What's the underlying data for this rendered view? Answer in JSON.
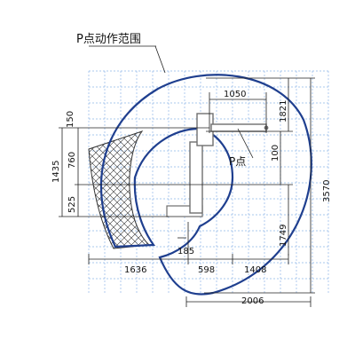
{
  "title": "P点动作范围",
  "point_label": "P点",
  "colors": {
    "range_outline": "#1f3f8f",
    "grid": "#8fb6e8",
    "arm": "#6f6f6f",
    "hatch": "#333333"
  },
  "dims": {
    "d1050": "1050",
    "d1821": "1821",
    "d150": "150",
    "d1435": "1435",
    "d760": "760",
    "d100": "100",
    "d3570": "3570",
    "d525": "525",
    "d1749": "1749",
    "d185": "185",
    "d1636": "1636",
    "d598": "598",
    "d1408": "1408",
    "d2006": "2006"
  }
}
